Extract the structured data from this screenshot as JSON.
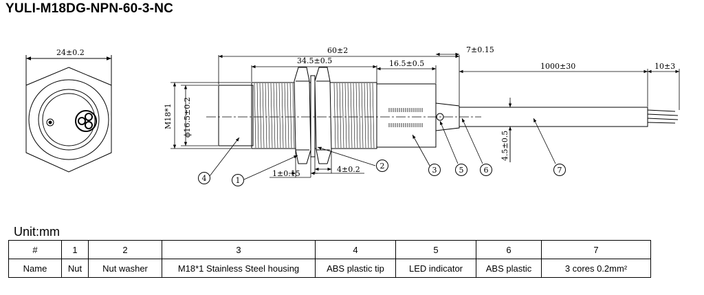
{
  "title": "YULI-M18DG-NPN-60-3-NC",
  "unit_label": "Unit:mm",
  "dimensions": {
    "hex_width": "24±0.2",
    "total_length": "60±2",
    "thread_length": "34.5±0.5",
    "rear_length": "16.5±0.5",
    "tail_length": "7±0.15",
    "cable_length": "1000±30",
    "wire_strip": "10±3",
    "thread_spec": "M18*1",
    "tip_diameter": "ϕ16.5±0.2",
    "cable_diameter": "4.5±0.5",
    "nut_gap": "1±0.15",
    "washer_gap": "4±0.2"
  },
  "callouts": [
    "1",
    "2",
    "3",
    "4",
    "5",
    "6",
    "7"
  ],
  "table": {
    "header": [
      "#",
      "1",
      "2",
      "3",
      "4",
      "5",
      "6",
      "7"
    ],
    "row": [
      "Name",
      "Nut",
      "Nut washer",
      "M18*1 Stainless Steel housing",
      "ABS plastic tip",
      "LED indicator",
      "ABS plastic",
      "3 cores 0.2mm²"
    ]
  }
}
